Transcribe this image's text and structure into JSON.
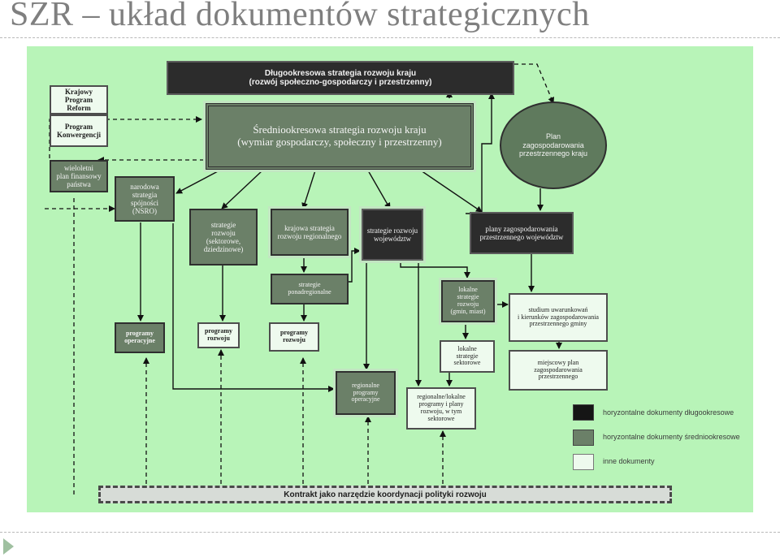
{
  "slide": {
    "title": "SZR – układ dokumentów strategicznych"
  },
  "diagram": {
    "long_term": "Długookresowa strategia rozwoju kraju\n(rozwój społeczno-gospodarczy i przestrzenny)",
    "mid_term": "Średniookresowa strategia rozwoju kraju\n(wymiar gospodarczy, społeczny i przestrzenny)",
    "krp": "Krajowy\nProgram\nReform",
    "pk": "Program\nKonwergencji",
    "wpfp": "wieloletni\nplan finansowy\npaństwa",
    "plan_kraju": "Plan\nzagospodarowania\nprzestrzennego kraju",
    "nsro": "narodowa strategia\nspójności\n(NSRO)",
    "strategie_rozwoju": "strategie\nrozwoju\n(sektorowe,\ndziedzinowe)",
    "ksrr": "krajowa strategia\nrozwoju regionalnego",
    "srw": "strategie rozwoju\nwojewództw",
    "pzpw": "plany zagospodarowania\nprzestrzennego województw",
    "ponadregionalne": "strategie\nponadregionalne",
    "lokalne_strategie": "lokalne\nstrategie\nrozwoju\n(gmin, miast)",
    "studium": "studium uwarunkowań\ni kierunków zagospodarowania\nprzestrzennego gminy",
    "prog_oper": "programy\noperacyjne",
    "prog_rozwoju_1": "programy\nrozwoju",
    "prog_rozwoju_2": "programy\nrozwoju",
    "lokalne_sektorowe": "lokalne\nstrategie\nsektorowe",
    "miejscowy": "miejscowy plan\nzagospodarowania\nprzestrzennego",
    "reg_prog_oper": "regionalne\nprogramy\noperacyjne",
    "reg_lok_prog": "regionalne/lokalne\nprogramy i plany\nrozwoju, w tym\nsektorowe",
    "contract": "Kontrakt jako narzędzie koordynacji polityki rozwoju"
  },
  "legend": {
    "items": [
      {
        "label": "horyzontalne dokumenty długookresowe",
        "color": "#151515"
      },
      {
        "label": "horyzontalne dokumenty średniookresowe",
        "color": "#6b8068"
      },
      {
        "label": "inne dokumenty",
        "color": "#eefaee"
      }
    ]
  },
  "colors": {
    "background": "#b8f4b8",
    "dark": "#2c2c2c",
    "mid": "#6b8068",
    "light": "#eefaee"
  }
}
